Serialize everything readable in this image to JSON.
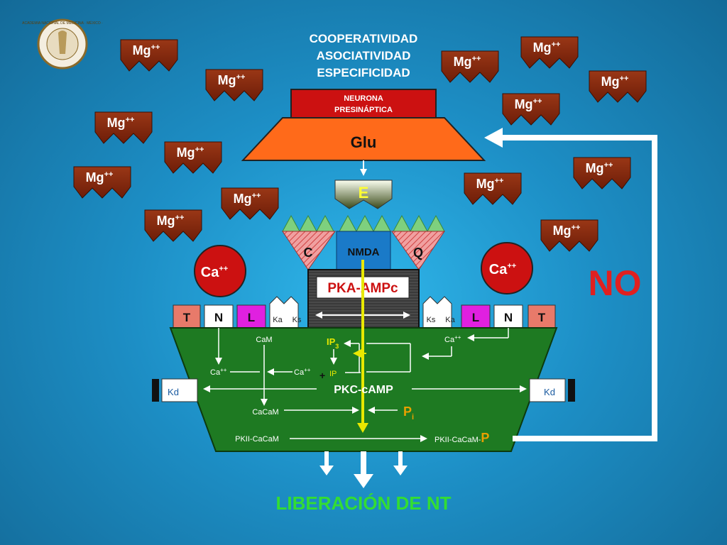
{
  "logo": {
    "text": "ACADEMIA NACIONAL DE MEDICINA · MÉXICO ·"
  },
  "header": {
    "line1": "COOPERATIVIDAD",
    "line2": "ASOCIATIVIDAD",
    "line3": "ESPECIFICIDAD"
  },
  "neurona": {
    "line1": "NEURONA",
    "line2": "PRESINÁPTICA"
  },
  "glu": "Glu",
  "enzyme": "E",
  "mg": {
    "base": "Mg",
    "sup": "++"
  },
  "ca_left": {
    "base": "Ca",
    "sup": "++"
  },
  "ca_right": {
    "base": "Ca",
    "sup": "++"
  },
  "receptor": {
    "c": "C",
    "nmda": "NMDA",
    "q": "Q"
  },
  "pka": "PKA-AMPc",
  "channels_left": {
    "t": "T",
    "n": "N",
    "l": "L",
    "ka": "Ka",
    "ks": "Ks"
  },
  "channels_right": {
    "ks": "Ks",
    "ka": "Ka",
    "l": "L",
    "n": "N",
    "t": "T"
  },
  "no_label": "NO",
  "cell": {
    "cam": "CaM",
    "ca_a": "Ca",
    "ca_b": "Ca",
    "ca_c": "Ca",
    "ca_sup": "++",
    "ip3": "IP",
    "ip3_sub": "3",
    "plus": "+",
    "ip": "IP",
    "pkc": "PKC-cAMP",
    "cacam": "CaCaM",
    "pi": "P",
    "pi_sub": "i",
    "pkii_left": "PKII-CaCaM",
    "pkii_right": "PKII-CaCaM-",
    "pkii_right_p": "P",
    "kd_left": "Kd",
    "kd_right": "Kd"
  },
  "footer": "LIBERACIÓN DE NT",
  "colors": {
    "mg_fill": "#8b2a10",
    "neurona_red": "#cc1111",
    "glu_orange": "#ff6a1a",
    "cell_green": "#1e7a22",
    "no_red": "#e02020",
    "nt_green": "#33dd33",
    "yellow_axis": "#e8e800"
  }
}
